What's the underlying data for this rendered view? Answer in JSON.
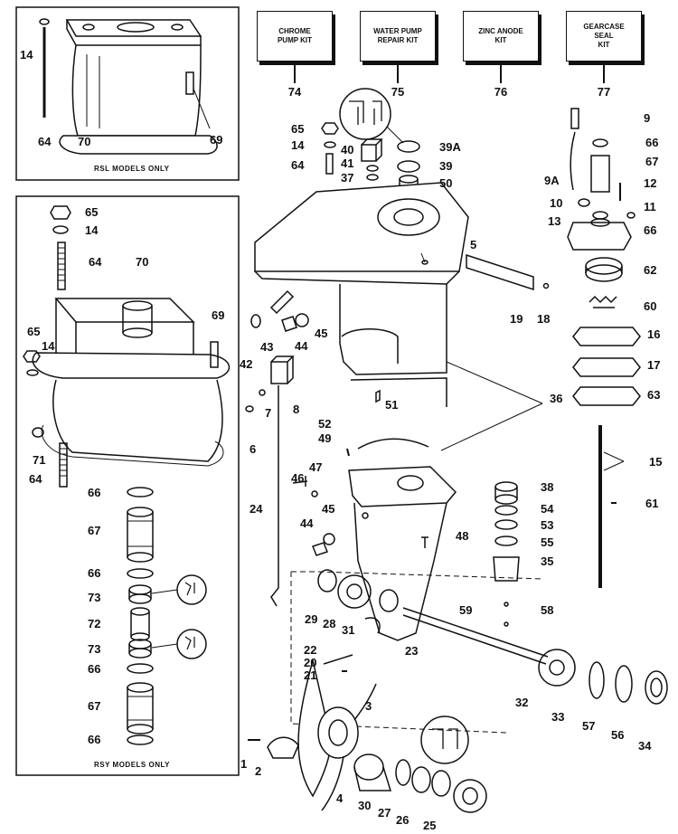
{
  "kits": [
    {
      "title": "CHROME\nPUMP KIT",
      "number": "74"
    },
    {
      "title": "WATER PUMP\nREPAIR KIT",
      "number": "75"
    },
    {
      "title": "ZINC ANODE\nKIT",
      "number": "76"
    },
    {
      "title": "GEARCASE\nSEAL\nKIT",
      "number": "77"
    }
  ],
  "captions": {
    "rsl": "RSL MODELS ONLY",
    "rsy": "RSY MODELS ONLY"
  },
  "labels": {
    "rsl_14": "14",
    "rsl_64": "64",
    "rsl_70": "70",
    "rsl_69": "69",
    "rsy_65": "65",
    "rsy_14a": "14",
    "rsy_64a": "64",
    "rsy_70": "70",
    "rsy_69": "69",
    "rsy_65b": "65",
    "rsy_14b": "14",
    "rsy_71": "71",
    "rsy_64b": "64",
    "rsy_66a": "66",
    "rsy_67a": "67",
    "rsy_66b": "66",
    "rsy_73a": "73",
    "rsy_72": "72",
    "rsy_73b": "73",
    "rsy_66c": "66",
    "rsy_67b": "67",
    "rsy_66d": "66",
    "p65": "65",
    "p14": "14",
    "p64": "64",
    "p40": "40",
    "p41": "41",
    "p37": "37",
    "p39a": "39A",
    "p39": "39",
    "p50": "50",
    "p9": "9",
    "p66a": "66",
    "p67": "67",
    "p9a": "9A",
    "p12": "12",
    "p10": "10",
    "p11": "11",
    "p13": "13",
    "p66b": "66",
    "p62": "62",
    "p60": "60",
    "p16": "16",
    "p17": "17",
    "p63": "63",
    "p15": "15",
    "p61": "61",
    "p5": "5",
    "p19": "19",
    "p18": "18",
    "p42": "42",
    "p43": "43",
    "p44a": "44",
    "p45a": "45",
    "p8": "8",
    "p7": "7",
    "p6": "6",
    "p51": "51",
    "p36": "36",
    "p52": "52",
    "p49": "49",
    "p47": "47",
    "p46": "46",
    "p24": "24",
    "p45b": "45",
    "p44b": "44",
    "p48": "48",
    "p38": "38",
    "p54": "54",
    "p53": "53",
    "p55": "55",
    "p35": "35",
    "p59": "59",
    "p58": "58",
    "p29": "29",
    "p28": "28",
    "p31": "31",
    "p23": "23",
    "p22": "22",
    "p20": "20",
    "p21": "21",
    "p32": "32",
    "p33": "33",
    "p57": "57",
    "p56": "56",
    "p34": "34",
    "p3": "3",
    "p1": "1",
    "p2": "2",
    "p4": "4",
    "p30": "30",
    "p27": "27",
    "p26": "26",
    "p25": "25"
  }
}
